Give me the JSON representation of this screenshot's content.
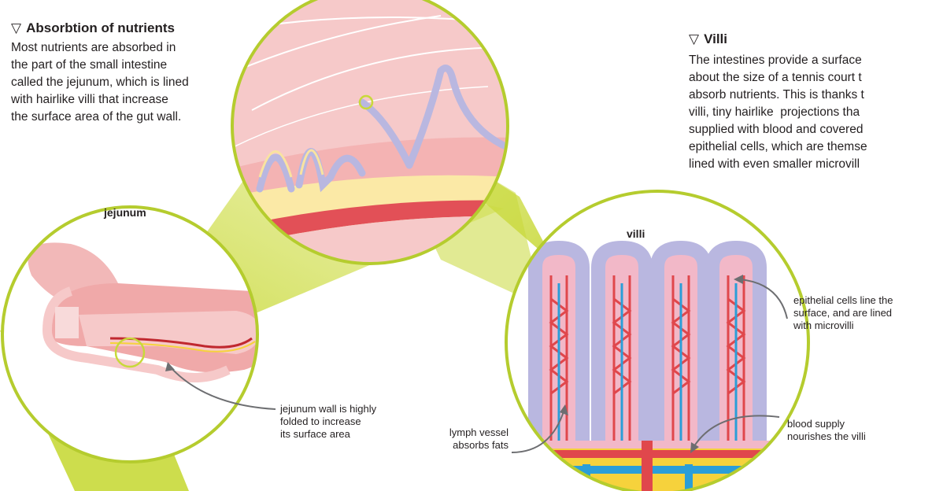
{
  "left_panel": {
    "heading_marker": "▽",
    "heading": "Absorbtion of nutrients",
    "body": "Most nutrients are absorbed in\nthe part of the small intestine\ncalled the jejunum, which is lined\nwith hairlike villi that increase\nthe surface area of the gut wall."
  },
  "right_panel": {
    "heading_marker": "▽",
    "heading": "Villi",
    "body": "The intestines provide a surface\nabout the size of a tennis court t\nabsorb nutrients. This is thanks t\nvilli, tiny hairlike  projections tha\nsupplied with blood and covered\nepithelial cells, which are themse\nlined with even smaller microvill"
  },
  "labels": {
    "jejunum": "jejunum",
    "villi": "villi",
    "jejunum_wall": "jejunum wall is highly\nfolded to increase\nits surface area",
    "lymph_vessel": "lymph vessel\nabsorbs fats",
    "blood_supply": "blood supply\nnourishes the villi",
    "epithelial": "epithelial cells line the\nsurface, and are lined\nwith microvilli"
  },
  "colors": {
    "zoom_cone": "#c8d93a",
    "circle_ring": "#b5cc2e",
    "gut_pink": "#f2b8b8",
    "muscle_red": "#e0474c",
    "epithelium_lavender": "#b9b7e0",
    "lymph_blue": "#2b9ed8",
    "fat_yellow": "#f6d23c"
  }
}
